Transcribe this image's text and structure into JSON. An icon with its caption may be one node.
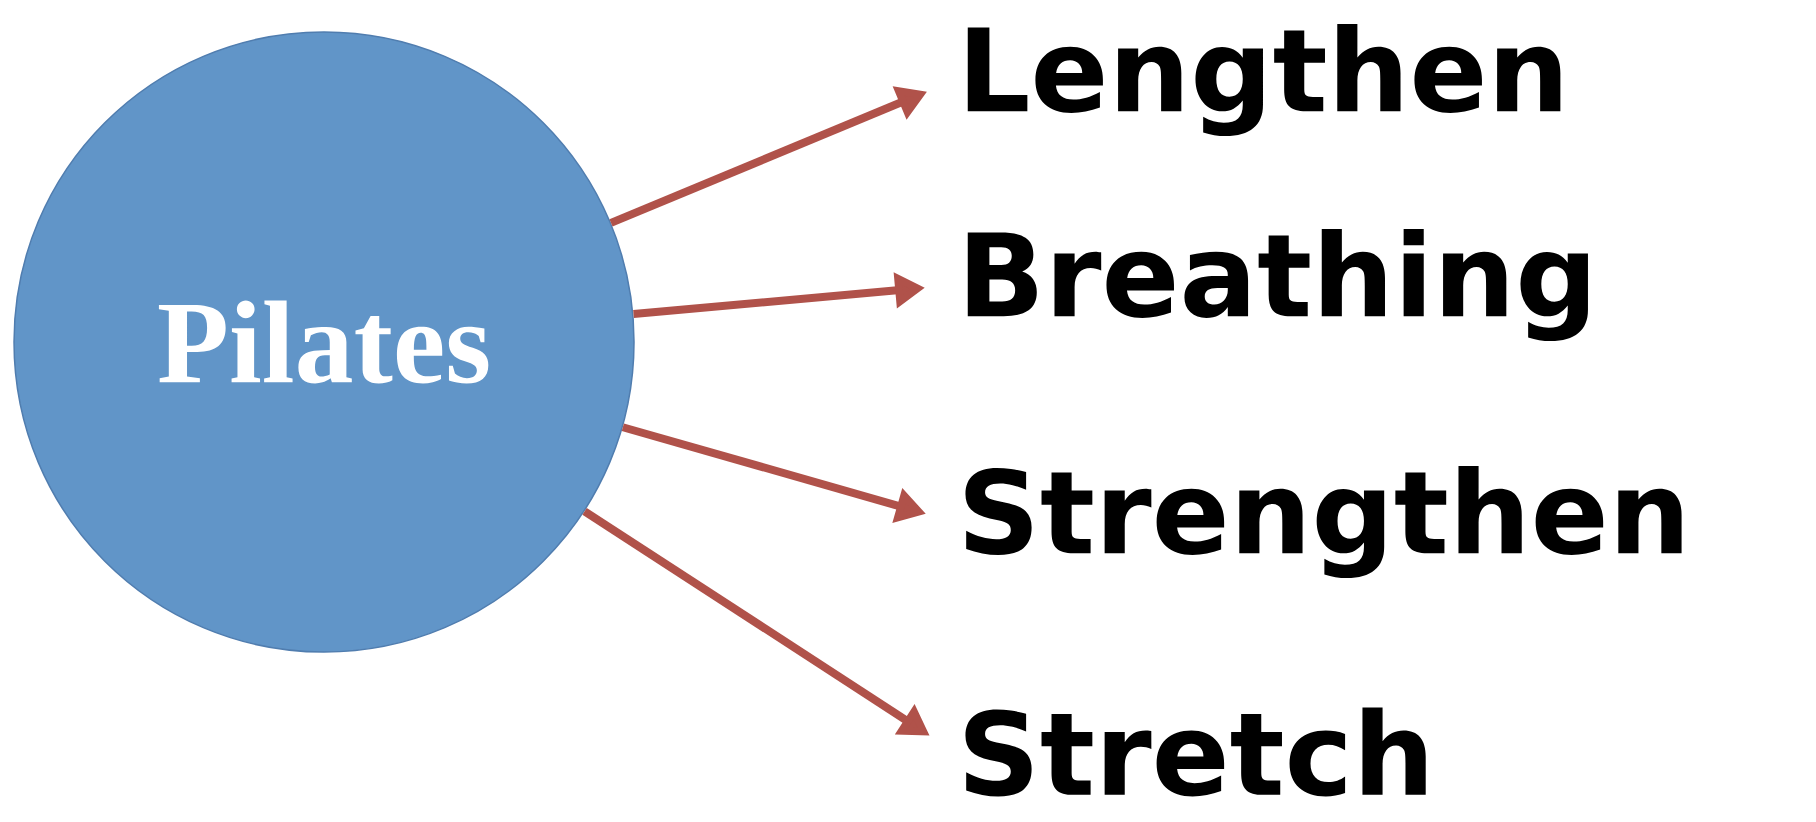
{
  "diagram": {
    "nodes": [
      {
        "text": [
          "Pilates"
        ]
      },
      {
        "text": [
          "Lengthen"
        ]
      },
      {
        "text": [
          "Breathing"
        ]
      },
      {
        "text": [
          "Strengthen"
        ]
      },
      {
        "text": [
          "Stretch"
        ]
      }
    ],
    "edges": [
      {
        "from": 0,
        "to": 1,
        "arrow": "to"
      },
      {
        "from": 0,
        "to": 2,
        "arrow": "to"
      },
      {
        "from": 0,
        "to": 3,
        "arrow": "to"
      },
      {
        "from": 0,
        "to": 4,
        "arrow": "to"
      }
    ]
  }
}
